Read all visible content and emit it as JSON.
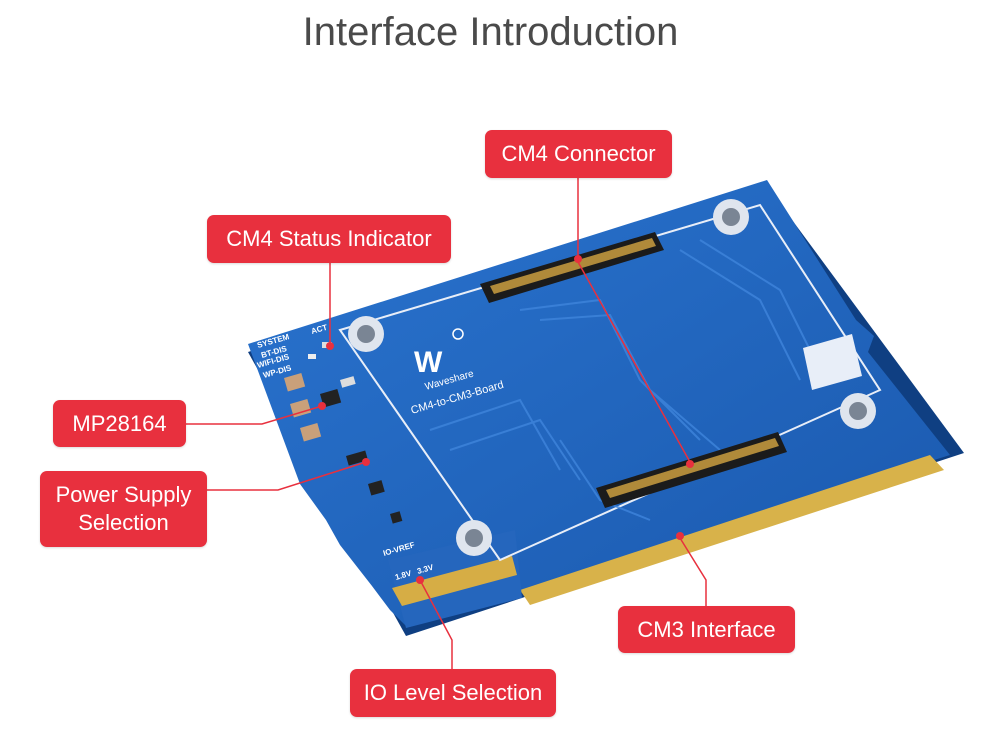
{
  "title": "Interface Introduction",
  "board": {
    "brand": "Waveshare",
    "model": "CM4-to-CM3-Board",
    "silk_labels": [
      "SYSTEM",
      "ACT",
      "BT-DIS",
      "WIFI-DIS",
      "WP-DIS",
      "IO-VREF",
      "1.8V",
      "3.3V"
    ],
    "color": "#1d5fb8"
  },
  "callouts": {
    "cm4_connector": "CM4 Connector",
    "cm4_status": "CM4 Status Indicator",
    "mp28164": "MP28164",
    "power_supply_line1": "Power Supply",
    "power_supply_line2": "Selection",
    "cm3_interface": "CM3 Interface",
    "io_level": "IO Level Selection"
  },
  "accent_color": "#e8303e"
}
